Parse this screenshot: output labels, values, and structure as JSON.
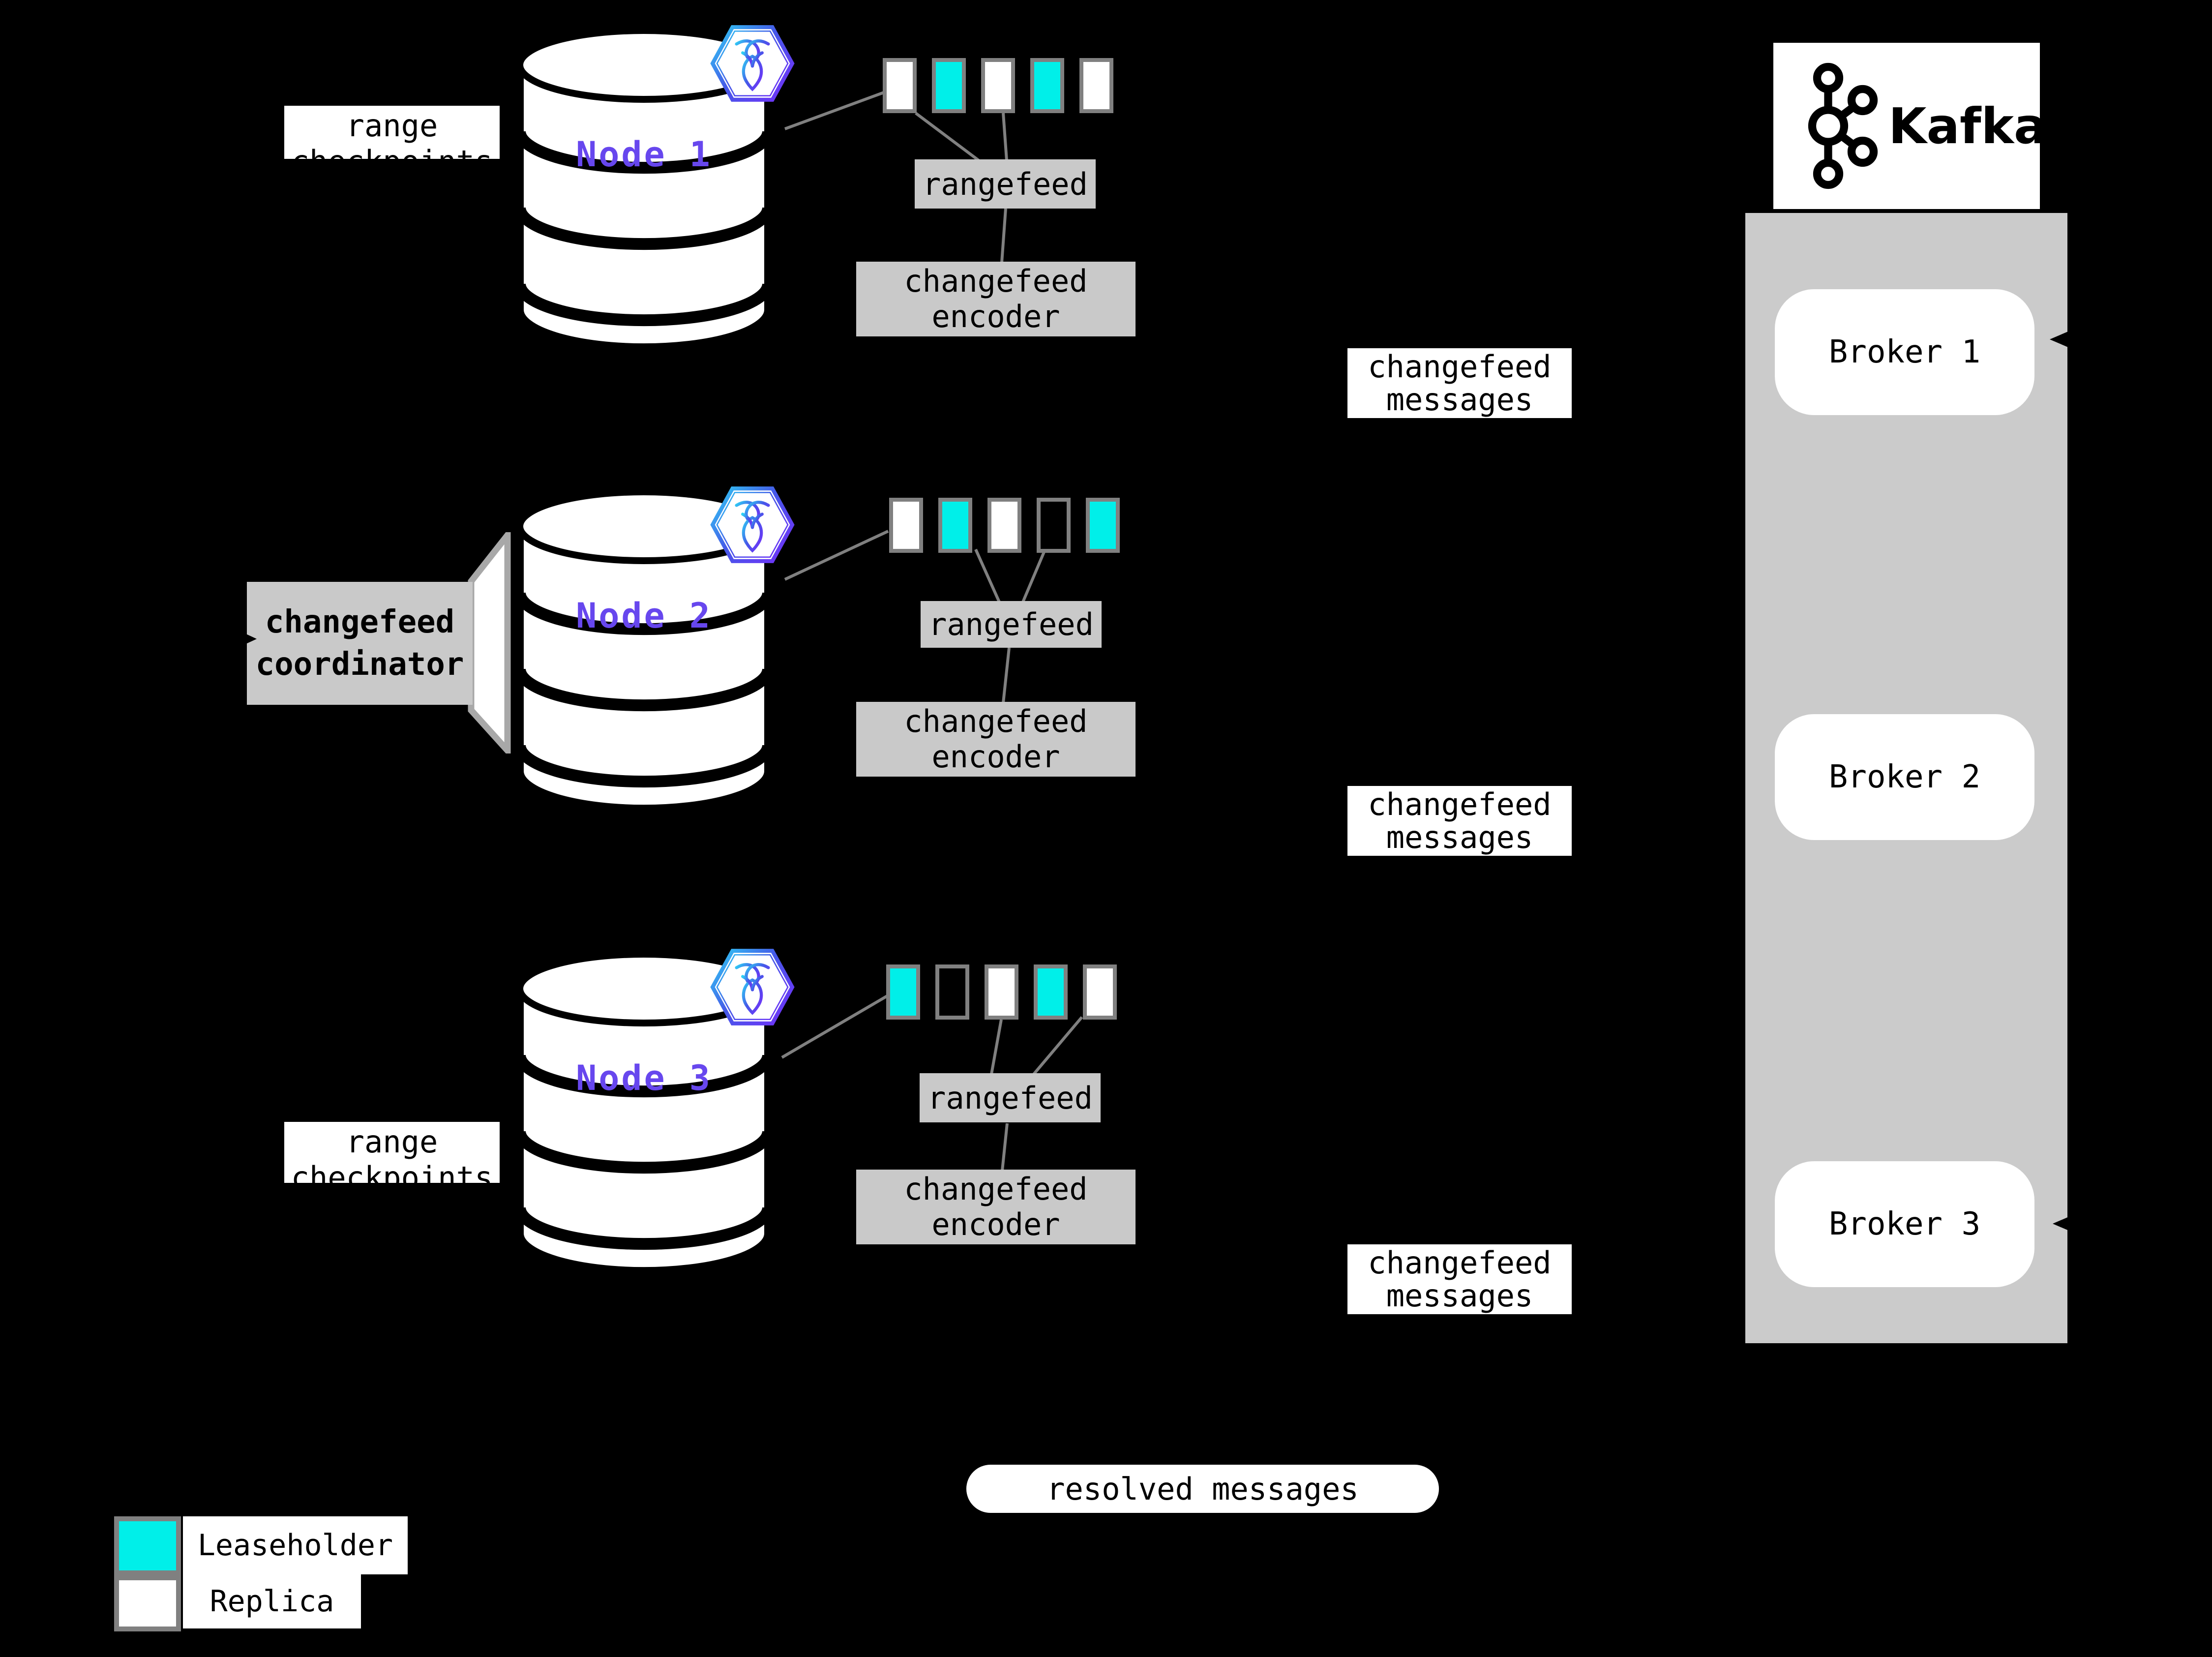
{
  "colors": {
    "background": "#000000",
    "leaseholder": "#00efe9",
    "replica": "#ffffff",
    "node_label": "#6747ee",
    "box_gray": "#c9c9c9",
    "container_gray": "#cbcbcb",
    "line_gray": "#808080"
  },
  "nodes": [
    {
      "name": "Node 1",
      "checkpoint_label": {
        "line1": "range",
        "line2": "checkpoints"
      },
      "ranges": [
        "replica",
        "leaseholder",
        "replica",
        "leaseholder",
        "replica"
      ],
      "rangefeed_label": "rangefeed",
      "encoder_label": {
        "line1": "changefeed",
        "line2": "encoder"
      },
      "messages_label": {
        "line1": "changefeed",
        "line2": "messages"
      }
    },
    {
      "name": "Node 2",
      "coordinator_label": {
        "line1": "changefeed",
        "line2": "coordinator"
      },
      "ranges": [
        "replica",
        "leaseholder",
        "replica",
        "empty",
        "leaseholder"
      ],
      "rangefeed_label": "rangefeed",
      "encoder_label": {
        "line1": "changefeed",
        "line2": "encoder"
      },
      "messages_label": {
        "line1": "changefeed",
        "line2": "messages"
      }
    },
    {
      "name": "Node 3",
      "checkpoint_label": {
        "line1": "range",
        "line2": "checkpoints"
      },
      "ranges": [
        "leaseholder",
        "empty",
        "replica",
        "leaseholder",
        "replica"
      ],
      "rangefeed_label": "rangefeed",
      "encoder_label": {
        "line1": "changefeed",
        "line2": "encoder"
      },
      "messages_label": {
        "line1": "changefeed",
        "line2": "messages"
      }
    }
  ],
  "kafka": {
    "wordmark": "Kafka",
    "brokers": [
      "Broker 1",
      "Broker 2",
      "Broker 3"
    ]
  },
  "resolved_label": "resolved messages",
  "legend": [
    {
      "label": "Leaseholder",
      "type": "leaseholder"
    },
    {
      "label": "Replica",
      "type": "replica"
    }
  ]
}
